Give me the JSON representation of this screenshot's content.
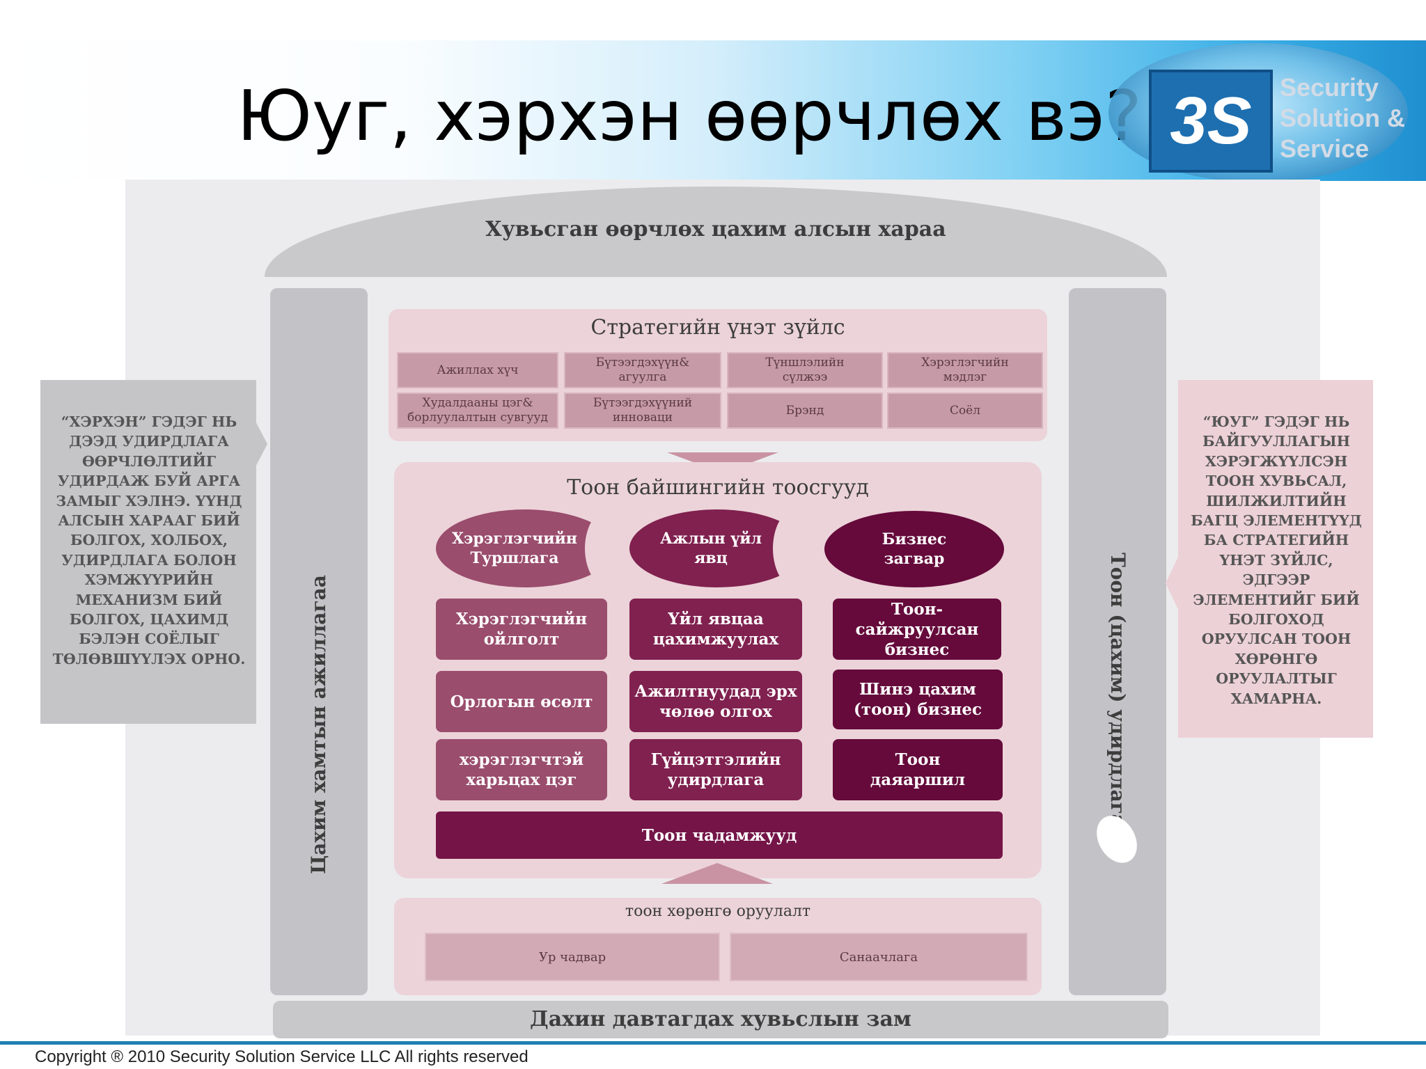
{
  "title": "Юуг, хэрхэн өөрчлөх вэ?",
  "logo": {
    "mark": "3S",
    "words": [
      "Security",
      "Solution &",
      "Service"
    ]
  },
  "diagram": {
    "vision": "Хувьсган өөрчлөх цахим алсын хараа",
    "left_pillar": "Цахим хамтын ажиллагаа",
    "right_pillar": "Тоон (цахим) удирдлага",
    "bottom": "Дахин давтагдах хувьслын зам",
    "strategy": {
      "title": "Стратегийн үнэт зүйлс",
      "rows": [
        [
          "Ажиллах хүч",
          "Бүтээгдэхүүн&\nагуулга",
          "Түншлэлийн\nсүлжээ",
          "Хэрэглэгчийн\nмэдлэг"
        ],
        [
          "Худалдааны цэг&\nборлуулалтын сувгууд",
          "Бүтээгдэхүүний инноваци",
          "Брэнд",
          "Соёл"
        ]
      ]
    },
    "blocks": {
      "title": "Тоон байшингийн тоосгууд",
      "headers": [
        "Хэрэглэгчийн\nТуршлага",
        "Ажлын үйл\nявц",
        "Бизнес\nзагвар"
      ],
      "columns": [
        [
          "Хэрэглэгчийн\nойлголт",
          "Орлогын өсөлт",
          "хэрэглэгчтэй\nхарьцах цэг"
        ],
        [
          "Үйл явцаа\nцахимжуулах",
          "Ажилтнуудад эрх\nчөлөө олгох",
          "Гүйцэтгэлийн\nудирдлага"
        ],
        [
          "Тоон-сайжруулсан\nбизнес",
          "Шинэ цахим\n(тоон) бизнес",
          "Тоон\nдаяаршил"
        ]
      ],
      "capabilities": "Тоон чадамжууд"
    },
    "investment": {
      "title": "тоон хөрөнгө оруулалт",
      "items": [
        "Ур чадвар",
        "Санаачлага"
      ]
    }
  },
  "notes": {
    "left": "“ХЭРХЭН” ГЭДЭГ НЬ\nДЭЭД УДИРДЛАГА\nӨӨРЧЛӨЛТИЙГ\nУДИРДАЖ БУЙ АРГА\nЗАМЫГ ХЭЛНЭ. ҮҮНД\nАЛСЫН ХАРААГ БИЙ\nБОЛГОХ, ХОЛБОХ,\nУДИРДЛАГА БОЛОН\nХЭМЖҮҮРИЙН\nМЕХАНИЗМ БИЙ\nБОЛГОХ, ЦАХИМД\nБЭЛЭН СОЁЛЫГ\nТӨЛӨВШҮҮЛЭХ ОРНО.",
    "right": "“ЮУГ” ГЭДЭГ НЬ\nБАЙГУУЛЛАГЫН\nХЭРЭГЖҮҮЛСЭН\nТООН ХУВЬСАЛ,\nШИЛЖИЛТИЙН\nБАГЦ ЭЛЕМЕНТҮҮД\nБА СТРАТЕГИЙН\nҮНЭТ ЗҮЙЛС,\nЭДГЭЭР\nЭЛЕМЕНТИЙГ БИЙ\nБОЛГОХОД\nОРУУЛСАН ТООН\nХӨРӨНГӨ\nОРУУЛАЛТЫГ\nХАМАРНА."
  },
  "footer": "Copyright ® 2010 Security Solution Service LLC  All rights reserved",
  "colors": {
    "header_gradient_end": "#1f8fd0",
    "light_plum": "#9a4d6d",
    "mid_plum": "#80214f",
    "dark_plum": "#650a3b",
    "panel_pink": "#ecd3d9",
    "pillar_grey": "#c3c3c7"
  }
}
